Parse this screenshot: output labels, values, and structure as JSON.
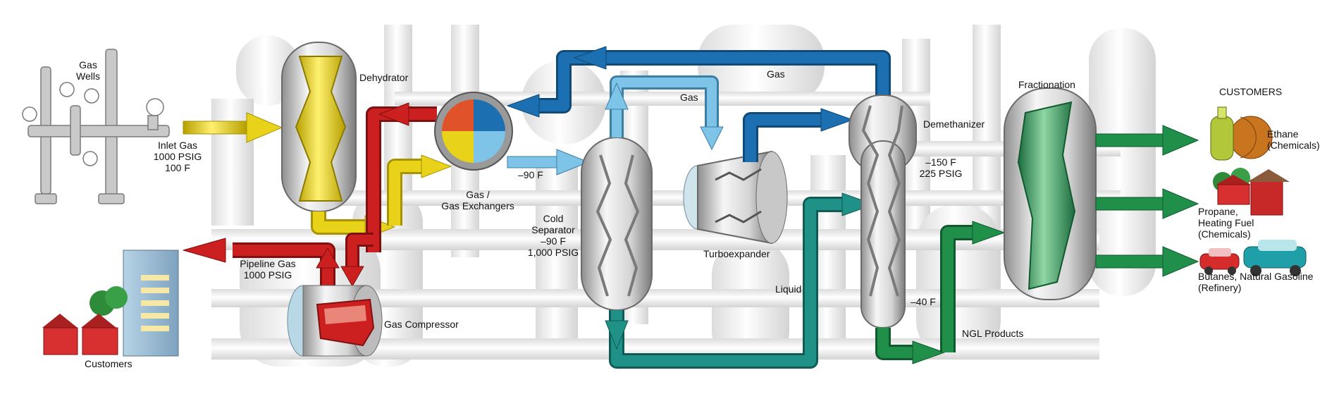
{
  "labels": {
    "gas_wells": [
      "Gas",
      "Wells"
    ],
    "inlet_gas": [
      "Inlet Gas",
      "1000 PSIG",
      "100 F"
    ],
    "dehydrator": "Dehydrator",
    "gas_exchangers": [
      "Gas /",
      "Gas Exchangers"
    ],
    "minus90": "–90 F",
    "gas_top": "Gas",
    "gas_mid": "Gas",
    "cold_separator": [
      "Cold",
      "Separator",
      "–90 F",
      "1,000 PSIG"
    ],
    "turboexpander": "Turboexpander",
    "liquid": "Liquid",
    "demethanizer": "Demethanizer",
    "demeth_cond": [
      "–150 F",
      "225 PSIG"
    ],
    "minus40": "–40 F",
    "ngl_products": "NGL Products",
    "fractionation": "Fractionation",
    "customers_title": "CUSTOMERS",
    "ethane": [
      "Ethane",
      "(Chemicals)"
    ],
    "propane": [
      "Propane,",
      "Heating Fuel",
      "(Chemicals)"
    ],
    "butanes": [
      "Butanes, Natural Gasoline",
      "(Refinery)"
    ],
    "pipeline_gas": [
      "Pipeline Gas",
      "1000 PSIG"
    ],
    "gas_compressor": "Gas Compressor",
    "customers_left": "Customers"
  },
  "colors": {
    "red": "#cc1f1f",
    "yellow": "#e8d21a",
    "blue": "#1c6fb0",
    "light_blue": "#7ec3e8",
    "teal": "#1f9187",
    "green": "#1f8f4a",
    "background_pipes": "#ececec"
  },
  "icons": {
    "gas_wells": "wellhead-valve-icon",
    "dehydrator": "dehydrator-vessel-icon",
    "exchanger": "heat-exchanger-icon",
    "separator": "cold-separator-icon",
    "turboexpander": "turboexpander-icon",
    "demethanizer": "demethanizer-tower-icon",
    "fractionation": "fractionation-tower-icon",
    "compressor": "gas-compressor-icon",
    "ethane": "chemical-tank-icon",
    "propane": "house-icon",
    "butanes": "car-icon",
    "customers": "buildings-icon"
  }
}
